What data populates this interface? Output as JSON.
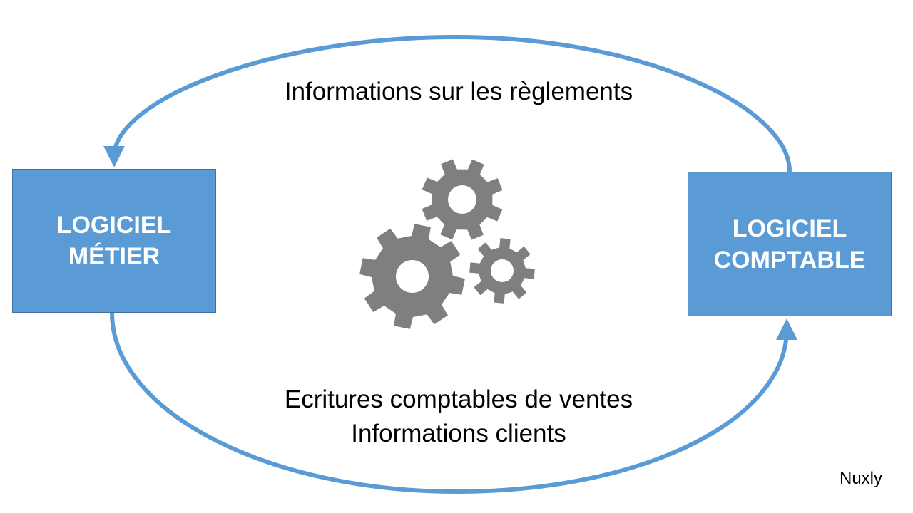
{
  "diagram": {
    "left_box": {
      "line1": "LOGICIEL",
      "line2": "MÉTIER"
    },
    "right_box": {
      "line1": "LOGICIEL",
      "line2": "COMPTABLE"
    },
    "top_flow": {
      "label": "Informations sur les règlements",
      "direction": "right-to-left"
    },
    "bottom_flow": {
      "line1": "Ecritures comptables de ventes",
      "line2": "Informations clients",
      "direction": "left-to-right"
    },
    "center_icon": "gears-icon",
    "watermark": "Nuxly"
  },
  "colors": {
    "box_fill": "#5b9bd5",
    "box_border": "#41719c",
    "arrow": "#5b9bd5",
    "gear": "#7f7f7f",
    "text": "#000000",
    "box_text": "#ffffff"
  }
}
